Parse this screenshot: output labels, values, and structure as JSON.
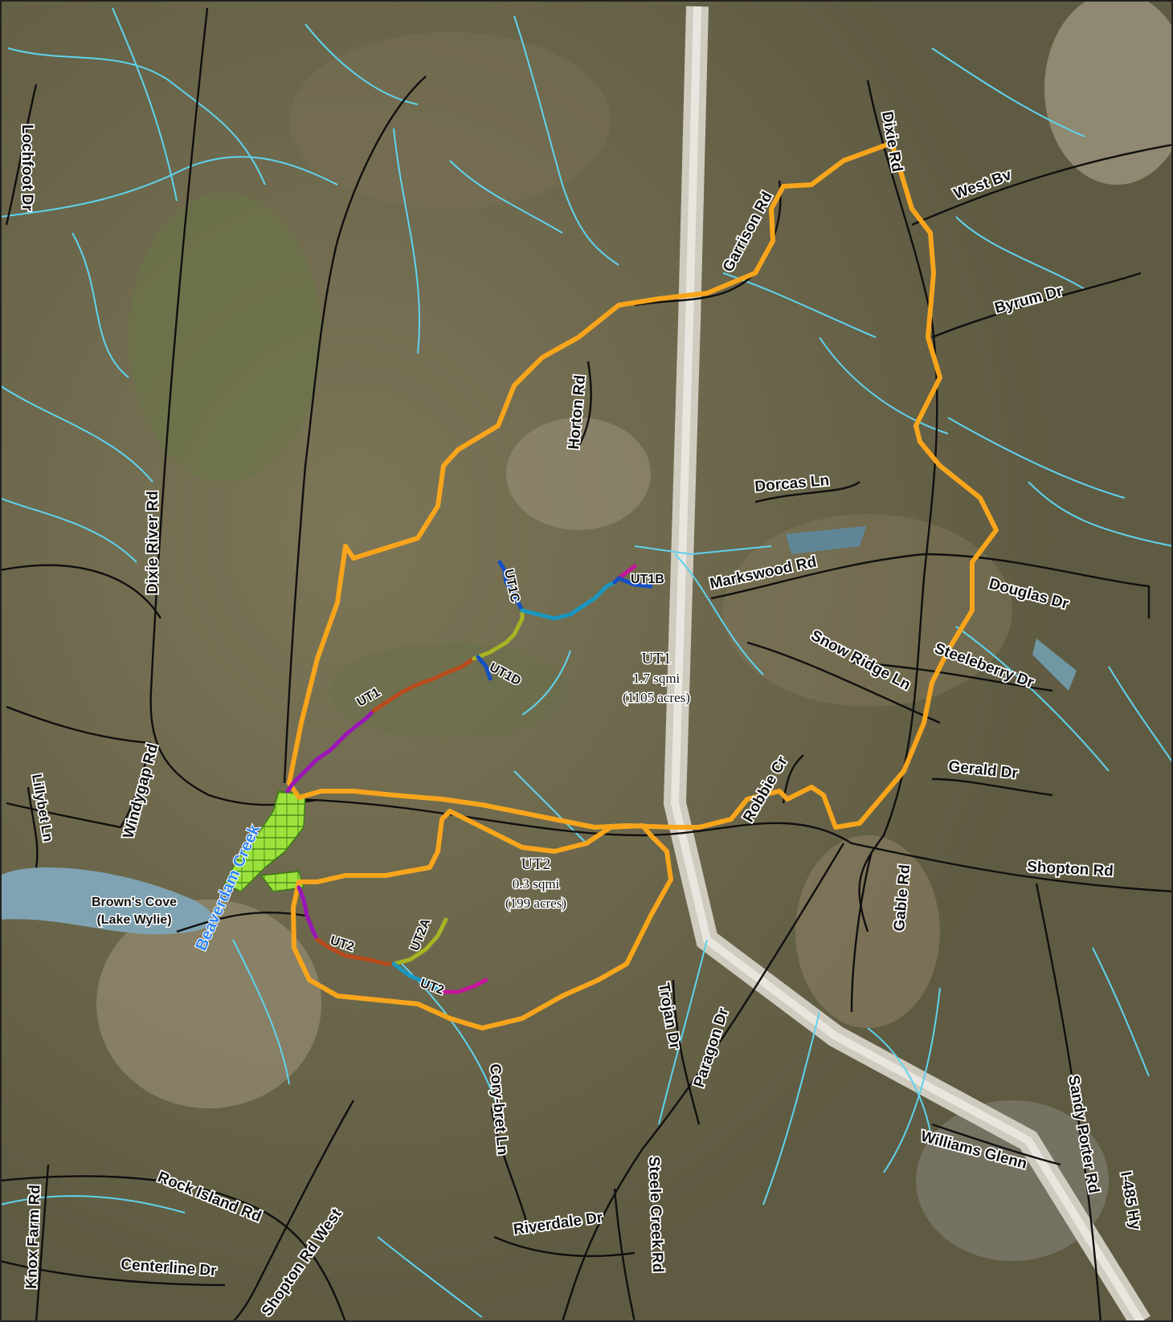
{
  "map": {
    "colors": {
      "imagery_base": "#6f6a4f",
      "watershed_boundary": "#f8a51c",
      "stream": "#5fd3ee",
      "road": "#101010",
      "creek_label": "#2f86f0",
      "wetland_fill": "#9be23c",
      "lake": "#7fa3b2",
      "reach_purple": "#9a16b8",
      "reach_brown": "#b84a1c",
      "reach_olive": "#a8b423",
      "reach_teal": "#1a97c0",
      "reach_blue": "#1550c4",
      "reach_magenta": "#c3169a"
    },
    "roads": [
      {
        "name": "Lochfoot Dr"
      },
      {
        "name": "Dixie River Rd"
      },
      {
        "name": "Windygap Rd"
      },
      {
        "name": "Lillybet Ln"
      },
      {
        "name": "Horton Rd"
      },
      {
        "name": "Garrison Rd"
      },
      {
        "name": "Dixie Rd"
      },
      {
        "name": "West Bv"
      },
      {
        "name": "Byrum Dr"
      },
      {
        "name": "Dorcas Ln"
      },
      {
        "name": "Markswood Rd"
      },
      {
        "name": "Douglas Dr"
      },
      {
        "name": "Snow Ridge Ln"
      },
      {
        "name": "Steeleberry Dr"
      },
      {
        "name": "Robbie Cr"
      },
      {
        "name": "Gerald Dr"
      },
      {
        "name": "Gable Rd"
      },
      {
        "name": "Shopton Rd"
      },
      {
        "name": "Trojan Dr"
      },
      {
        "name": "Paragon Dr"
      },
      {
        "name": "Sandy Porter Rd"
      },
      {
        "name": "I-485 Hy"
      },
      {
        "name": "Williams Glenn"
      },
      {
        "name": "Cory-bret Ln"
      },
      {
        "name": "Steele Creek Rd"
      },
      {
        "name": "Riverdale Dr"
      },
      {
        "name": "Shopton Rd West"
      },
      {
        "name": "Rock Island Rd"
      },
      {
        "name": "Knox Farm Rd"
      },
      {
        "name": "Centerline Dr"
      }
    ],
    "streams": [
      {
        "name": "Beaverdam Creek"
      },
      {
        "name": "UT1"
      },
      {
        "name": "UT1B"
      },
      {
        "name": "UT1C"
      },
      {
        "name": "UT1D"
      },
      {
        "name": "UT2"
      },
      {
        "name": "UT2A"
      },
      {
        "name": "UT2"
      }
    ],
    "lake": {
      "line1": "Brown's Cove",
      "line2": "(Lake Wylie)"
    },
    "watersheds": [
      {
        "name": "UT1",
        "area": "1.7 sqmi",
        "acres": "(1105 acres)"
      },
      {
        "name": "UT2",
        "area": "0.3 sqmi",
        "acres": "(199 acres)"
      }
    ]
  }
}
